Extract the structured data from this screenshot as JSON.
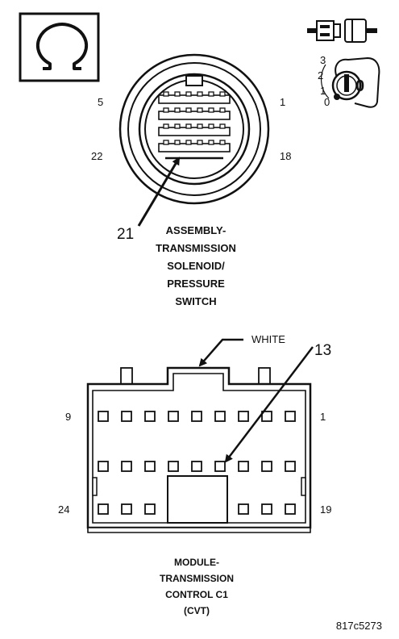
{
  "top": {
    "pins": {
      "left_top": "5",
      "right_top": "1",
      "left_bottom": "22",
      "right_bottom": "18"
    },
    "callout": "21",
    "title_lines": [
      "ASSEMBLY-",
      "TRANSMISSION",
      "SOLENOID/",
      "PRESSURE",
      "SWITCH"
    ],
    "ignition_positions": [
      "3",
      "2",
      "1",
      "0"
    ],
    "ignition_key_label": "0",
    "ohmmeter_icon": "omega-icon",
    "disconnect_icon": "connector-disconnect-icon",
    "ignition_icon": "ignition-key-icon"
  },
  "bottom": {
    "color_label": "WHITE",
    "callout": "13",
    "pins": {
      "left_top": "9",
      "right_top": "1",
      "left_bottom": "24",
      "right_bottom": "19"
    },
    "title_lines": [
      "MODULE-",
      "TRANSMISSION",
      "CONTROL C1",
      "(CVT)"
    ]
  },
  "figure_id": "817c5273"
}
